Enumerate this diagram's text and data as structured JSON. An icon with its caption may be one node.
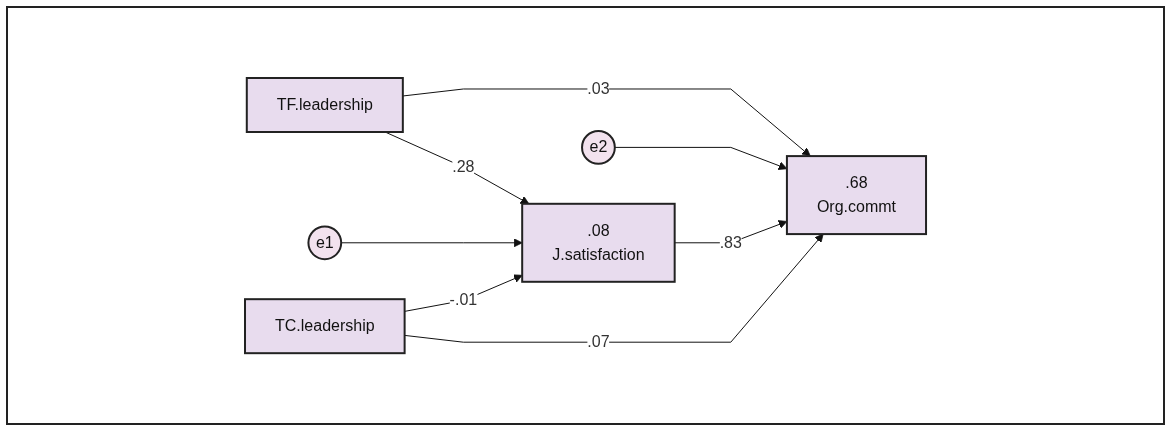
{
  "diagram": {
    "nodes": [
      {
        "text": [
          "TF.leadership"
        ]
      },
      {
        "text": [
          "e1"
        ]
      },
      {
        "text": [
          ".08",
          "J.satisfaction"
        ]
      },
      {
        "text": [
          "e2"
        ]
      },
      {
        "text": [
          ".68",
          "Org.commt"
        ]
      },
      {
        "text": [
          "TC.leadership"
        ]
      }
    ],
    "edges": [
      {
        "from": 0,
        "to": 2,
        "arrow": "to",
        "label": ".28"
      },
      {
        "from": 0,
        "to": 4,
        "arrow": "to",
        "label": ".03"
      },
      {
        "from": 1,
        "to": 2,
        "arrow": "to"
      },
      {
        "from": 3,
        "to": 4,
        "arrow": "to"
      },
      {
        "from": 2,
        "to": 4,
        "arrow": "to",
        "label": ".83"
      },
      {
        "from": 5,
        "to": 2,
        "arrow": "to",
        "label": "-.01"
      },
      {
        "from": 5,
        "to": 4,
        "arrow": "to",
        "label": ".07"
      }
    ]
  }
}
